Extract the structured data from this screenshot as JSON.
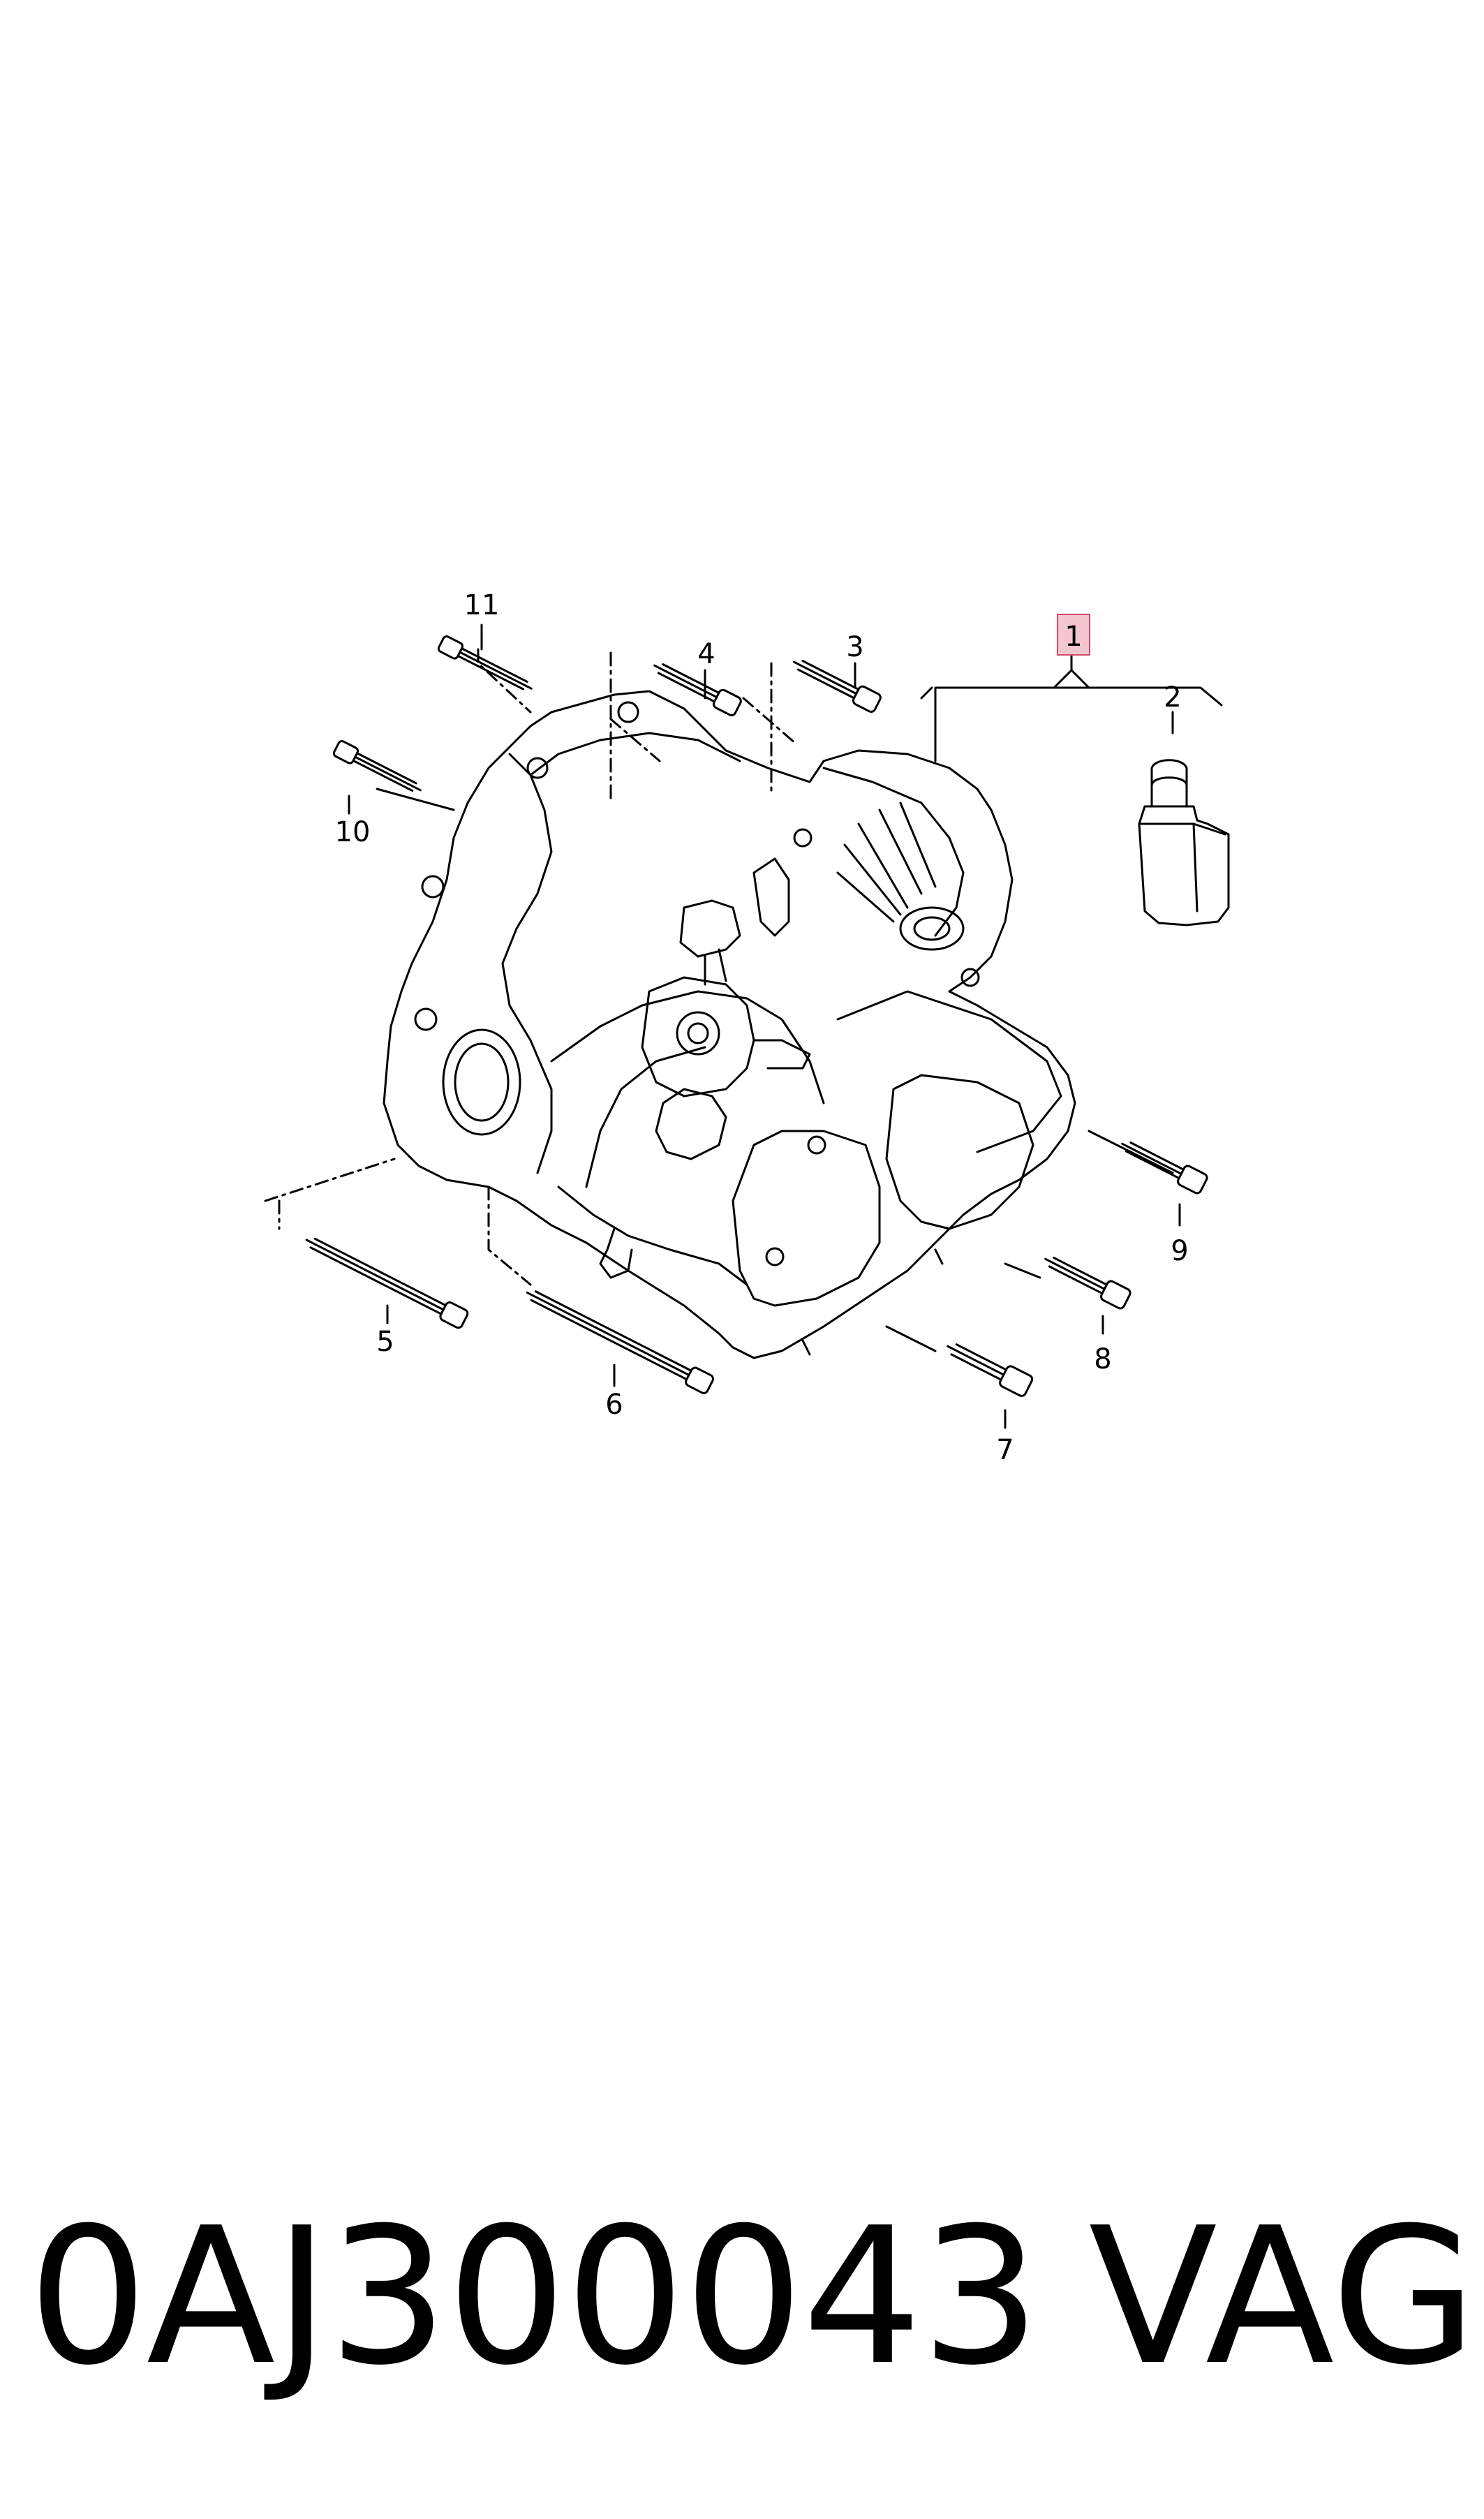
{
  "callouts": {
    "c1": "1",
    "c2": "2",
    "c3": "3",
    "c4": "4",
    "c5": "5",
    "c6": "6",
    "c7": "7",
    "c8": "8",
    "c9": "9",
    "c10": "10",
    "c11": "11"
  },
  "footer": {
    "part_number": "0AJ300043",
    "brand": "VAG"
  },
  "colors": {
    "line": "#000000",
    "highlight_fill": "#f4c6cf",
    "highlight_stroke": "#d14a6a"
  },
  "icons": {
    "gearbox": "manual-gearbox-illustration",
    "oil_bottle": "oil-bottle-illustration",
    "bolt": "bolt-illustration"
  }
}
